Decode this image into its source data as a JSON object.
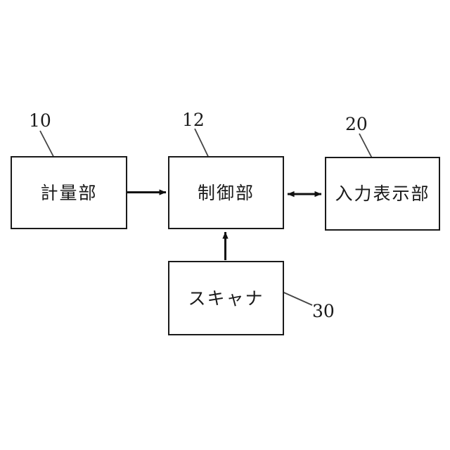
{
  "diagram": {
    "type": "block-diagram",
    "background_color": "#ffffff",
    "line_color": "#1a1a1a",
    "blocks": [
      {
        "id": "measuring-unit",
        "label": "計量部",
        "ref": "10"
      },
      {
        "id": "control-unit",
        "label": "制御部",
        "ref": "12"
      },
      {
        "id": "input-display-unit",
        "label": "入力表示部",
        "ref": "20"
      },
      {
        "id": "scanner",
        "label": "スキャナ",
        "ref": "30"
      }
    ],
    "connections": [
      {
        "id": "measuring-to-control",
        "from": "measuring-unit",
        "to": "control-unit",
        "direction": "single",
        "orientation": "horizontal"
      },
      {
        "id": "control-to-display",
        "from": "control-unit",
        "to": "input-display-unit",
        "direction": "double",
        "orientation": "horizontal"
      },
      {
        "id": "scanner-to-control",
        "from": "scanner",
        "to": "control-unit",
        "direction": "single",
        "orientation": "vertical"
      }
    ]
  }
}
